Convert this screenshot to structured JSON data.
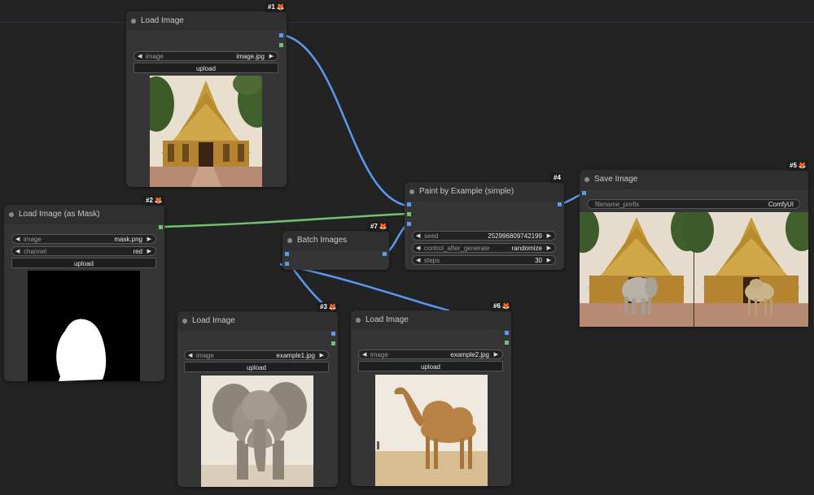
{
  "nodes": {
    "n1": {
      "id": "#1",
      "title": "Load Image",
      "image_label": "image",
      "image_value": "image.jpg",
      "upload": "upload"
    },
    "n2": {
      "id": "#2",
      "title": "Load Image (as Mask)",
      "image_label": "image",
      "image_value": "mask.png",
      "channel_label": "channel",
      "channel_value": "red",
      "upload": "upload"
    },
    "n3": {
      "id": "#3",
      "title": "Load Image",
      "image_label": "image",
      "image_value": "example1.jpg",
      "upload": "upload"
    },
    "n4": {
      "id": "#4",
      "title": "Paint by Example (simple)",
      "seed_label": "seed",
      "seed_value": "252996809742199",
      "control_label": "control_after_generate",
      "control_value": "randomize",
      "steps_label": "steps",
      "steps_value": "30"
    },
    "n5": {
      "id": "#5",
      "title": "Save Image",
      "prefix_label": "filename_prefix",
      "prefix_value": "ComfyUI"
    },
    "n6": {
      "id": "#6",
      "title": "Load Image",
      "image_label": "image",
      "image_value": "example2.jpg",
      "upload": "upload"
    },
    "n7": {
      "id": "#7",
      "title": "Batch Images"
    }
  },
  "glyphs": {
    "left": "◀",
    "right": "▶",
    "fox": "🦊"
  },
  "colors": {
    "image_link": "#5a9bf0",
    "mask_link": "#72c070",
    "canvas": "#232323",
    "node": "#353535"
  }
}
